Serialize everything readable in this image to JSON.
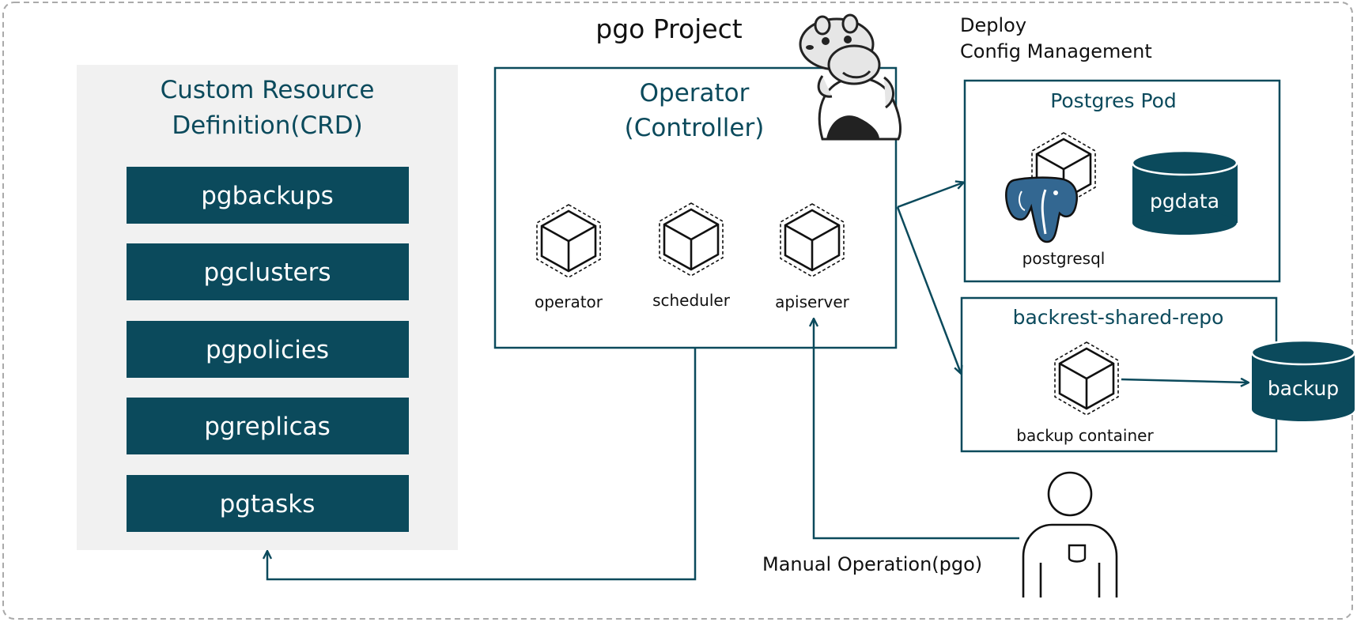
{
  "diagram": {
    "project_title": "pgo Project",
    "deploy_label": [
      "Deploy",
      "Config Management"
    ],
    "crd": {
      "title": [
        "Custom Resource",
        "Definition(CRD)"
      ],
      "items": [
        "pgbackups",
        "pgclusters",
        "pgpolicies",
        "pgreplicas",
        "pgtasks"
      ]
    },
    "operator": {
      "title": [
        "Operator",
        "(Controller)"
      ],
      "components": [
        "operator",
        "scheduler",
        "apiserver"
      ]
    },
    "postgres_pod": {
      "title": "Postgres Pod",
      "container_label": "postgresql",
      "volume_label": "pgdata"
    },
    "backrest_repo": {
      "title": "backrest-shared-repo",
      "container_label": "backup container",
      "volume_label": "backup"
    },
    "manual_operation": "Manual Operation(pgo)",
    "colors": {
      "accent": "#0b4a5c",
      "panel": "#f1f1f1",
      "border": "#aaaaaa"
    }
  }
}
